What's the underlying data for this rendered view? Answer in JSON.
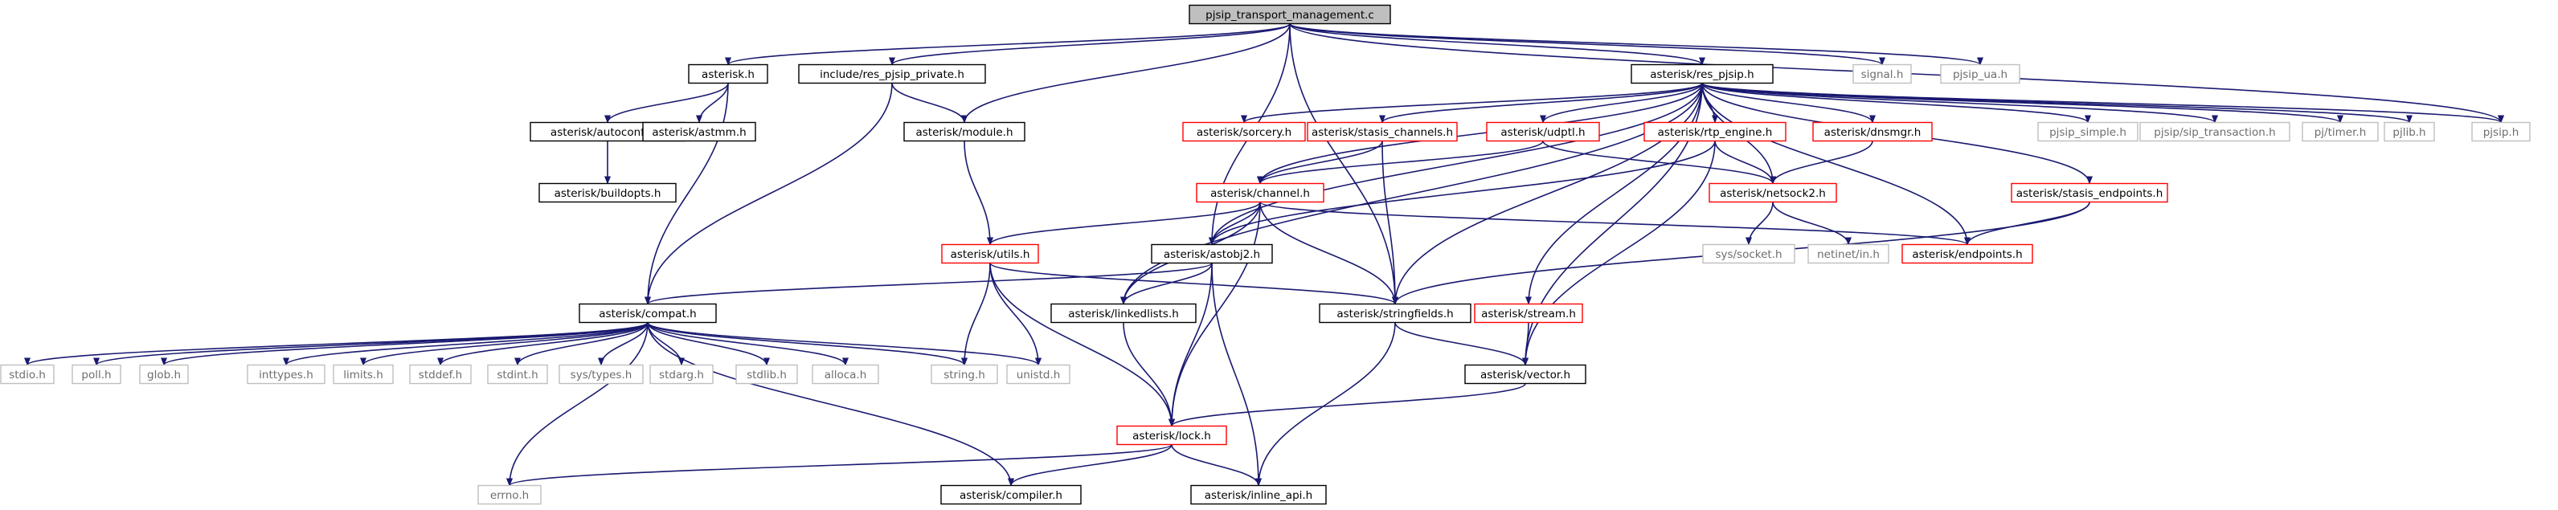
{
  "colors": {
    "edge": "#191970",
    "border_normal": "#000000",
    "border_red": "#ff0000",
    "border_gray": "#bfbfbf",
    "root_fill": "#bfbfbf",
    "text_normal": "#000000",
    "text_gray": "#6e6e6e",
    "arrowhead_icon": "filled-triangle"
  },
  "nodes": [
    {
      "id": "root",
      "label": "pjsip_transport_management.c",
      "style": "root"
    },
    {
      "id": "asterisk_h",
      "label": "asterisk.h",
      "style": "normal"
    },
    {
      "id": "res_pjsip_private",
      "label": "include/res_pjsip_private.h",
      "style": "normal"
    },
    {
      "id": "res_pjsip",
      "label": "asterisk/res_pjsip.h",
      "style": "normal"
    },
    {
      "id": "signal_h",
      "label": "signal.h",
      "style": "gray"
    },
    {
      "id": "pjsip_ua",
      "label": "pjsip_ua.h",
      "style": "gray"
    },
    {
      "id": "autoconfig",
      "label": "asterisk/autoconfig.h",
      "style": "normal"
    },
    {
      "id": "astmm",
      "label": "asterisk/astmm.h",
      "style": "normal"
    },
    {
      "id": "module_h",
      "label": "asterisk/module.h",
      "style": "normal"
    },
    {
      "id": "sorcery",
      "label": "asterisk/sorcery.h",
      "style": "red"
    },
    {
      "id": "stasis_channels",
      "label": "asterisk/stasis_channels.h",
      "style": "red"
    },
    {
      "id": "udptl",
      "label": "asterisk/udptl.h",
      "style": "red"
    },
    {
      "id": "rtp_engine",
      "label": "asterisk/rtp_engine.h",
      "style": "red"
    },
    {
      "id": "dnsmgr",
      "label": "asterisk/dnsmgr.h",
      "style": "red"
    },
    {
      "id": "pjsip_simple",
      "label": "pjsip_simple.h",
      "style": "gray"
    },
    {
      "id": "pjsip_sip_transaction",
      "label": "pjsip/sip_transaction.h",
      "style": "gray"
    },
    {
      "id": "pj_timer",
      "label": "pj/timer.h",
      "style": "gray"
    },
    {
      "id": "pjlib",
      "label": "pjlib.h",
      "style": "gray"
    },
    {
      "id": "pjsip_h",
      "label": "pjsip.h",
      "style": "gray"
    },
    {
      "id": "buildopts",
      "label": "asterisk/buildopts.h",
      "style": "normal"
    },
    {
      "id": "channel",
      "label": "asterisk/channel.h",
      "style": "red"
    },
    {
      "id": "netsock2",
      "label": "asterisk/netsock2.h",
      "style": "red"
    },
    {
      "id": "stasis_endpoints",
      "label": "asterisk/stasis_endpoints.h",
      "style": "red"
    },
    {
      "id": "utils",
      "label": "asterisk/utils.h",
      "style": "red"
    },
    {
      "id": "astobj2",
      "label": "asterisk/astobj2.h",
      "style": "normal"
    },
    {
      "id": "sys_socket",
      "label": "sys/socket.h",
      "style": "gray"
    },
    {
      "id": "netinet_in",
      "label": "netinet/in.h",
      "style": "gray"
    },
    {
      "id": "endpoints",
      "label": "asterisk/endpoints.h",
      "style": "red"
    },
    {
      "id": "compat",
      "label": "asterisk/compat.h",
      "style": "normal"
    },
    {
      "id": "linkedlists",
      "label": "asterisk/linkedlists.h",
      "style": "normal"
    },
    {
      "id": "stringfields",
      "label": "asterisk/stringfields.h",
      "style": "normal"
    },
    {
      "id": "stream",
      "label": "asterisk/stream.h",
      "style": "red"
    },
    {
      "id": "stdio_h",
      "label": "stdio.h",
      "style": "gray"
    },
    {
      "id": "poll_h",
      "label": "poll.h",
      "style": "gray"
    },
    {
      "id": "glob_h",
      "label": "glob.h",
      "style": "gray"
    },
    {
      "id": "inttypes_h",
      "label": "inttypes.h",
      "style": "gray"
    },
    {
      "id": "limits_h",
      "label": "limits.h",
      "style": "gray"
    },
    {
      "id": "stddef_h",
      "label": "stddef.h",
      "style": "gray"
    },
    {
      "id": "stdint_h",
      "label": "stdint.h",
      "style": "gray"
    },
    {
      "id": "sys_types",
      "label": "sys/types.h",
      "style": "gray"
    },
    {
      "id": "stdarg_h",
      "label": "stdarg.h",
      "style": "gray"
    },
    {
      "id": "stdlib_h",
      "label": "stdlib.h",
      "style": "gray"
    },
    {
      "id": "alloca_h",
      "label": "alloca.h",
      "style": "gray"
    },
    {
      "id": "string_h",
      "label": "string.h",
      "style": "gray"
    },
    {
      "id": "unistd_h",
      "label": "unistd.h",
      "style": "gray"
    },
    {
      "id": "vector",
      "label": "asterisk/vector.h",
      "style": "normal"
    },
    {
      "id": "lock",
      "label": "asterisk/lock.h",
      "style": "red"
    },
    {
      "id": "errno_h",
      "label": "errno.h",
      "style": "gray"
    },
    {
      "id": "compiler",
      "label": "asterisk/compiler.h",
      "style": "normal"
    },
    {
      "id": "inline_api",
      "label": "asterisk/inline_api.h",
      "style": "normal"
    }
  ],
  "edges": [
    [
      "root",
      "asterisk_h"
    ],
    [
      "root",
      "res_pjsip_private"
    ],
    [
      "root",
      "module_h"
    ],
    [
      "root",
      "astobj2"
    ],
    [
      "root",
      "res_pjsip"
    ],
    [
      "root",
      "signal_h"
    ],
    [
      "root",
      "pjsip_ua"
    ],
    [
      "root",
      "pjsip_h"
    ],
    [
      "root",
      "stringfields"
    ],
    [
      "asterisk_h",
      "autoconfig"
    ],
    [
      "asterisk_h",
      "astmm"
    ],
    [
      "asterisk_h",
      "compat"
    ],
    [
      "autoconfig",
      "buildopts"
    ],
    [
      "res_pjsip_private",
      "module_h"
    ],
    [
      "res_pjsip_private",
      "compat"
    ],
    [
      "module_h",
      "utils"
    ],
    [
      "res_pjsip",
      "sorcery"
    ],
    [
      "res_pjsip",
      "stasis_channels"
    ],
    [
      "res_pjsip",
      "udptl"
    ],
    [
      "res_pjsip",
      "rtp_engine"
    ],
    [
      "res_pjsip",
      "dnsmgr"
    ],
    [
      "res_pjsip",
      "pjsip_simple"
    ],
    [
      "res_pjsip",
      "pjsip_sip_transaction"
    ],
    [
      "res_pjsip",
      "pj_timer"
    ],
    [
      "res_pjsip",
      "pjlib"
    ],
    [
      "res_pjsip",
      "pjsip_h"
    ],
    [
      "res_pjsip",
      "stasis_endpoints"
    ],
    [
      "res_pjsip",
      "channel"
    ],
    [
      "res_pjsip",
      "netsock2"
    ],
    [
      "res_pjsip",
      "endpoints"
    ],
    [
      "res_pjsip",
      "linkedlists"
    ],
    [
      "res_pjsip",
      "astobj2"
    ],
    [
      "res_pjsip",
      "stream"
    ],
    [
      "res_pjsip",
      "vector"
    ],
    [
      "res_pjsip",
      "stringfields"
    ],
    [
      "stasis_channels",
      "channel"
    ],
    [
      "stasis_channels",
      "stringfields"
    ],
    [
      "udptl",
      "channel"
    ],
    [
      "udptl",
      "netsock2"
    ],
    [
      "rtp_engine",
      "netsock2"
    ],
    [
      "rtp_engine",
      "astobj2"
    ],
    [
      "rtp_engine",
      "vector"
    ],
    [
      "dnsmgr",
      "netsock2"
    ],
    [
      "stasis_endpoints",
      "endpoints"
    ],
    [
      "stasis_endpoints",
      "stringfields"
    ],
    [
      "channel",
      "utils"
    ],
    [
      "channel",
      "astobj2"
    ],
    [
      "channel",
      "linkedlists"
    ],
    [
      "channel",
      "stringfields"
    ],
    [
      "channel",
      "endpoints"
    ],
    [
      "channel",
      "lock"
    ],
    [
      "netsock2",
      "sys_socket"
    ],
    [
      "netsock2",
      "netinet_in"
    ],
    [
      "utils",
      "string_h"
    ],
    [
      "utils",
      "unistd_h"
    ],
    [
      "utils",
      "lock"
    ],
    [
      "utils",
      "stringfields"
    ],
    [
      "astobj2",
      "compat"
    ],
    [
      "astobj2",
      "linkedlists"
    ],
    [
      "astobj2",
      "lock"
    ],
    [
      "astobj2",
      "inline_api"
    ],
    [
      "compat",
      "stdio_h"
    ],
    [
      "compat",
      "poll_h"
    ],
    [
      "compat",
      "glob_h"
    ],
    [
      "compat",
      "inttypes_h"
    ],
    [
      "compat",
      "limits_h"
    ],
    [
      "compat",
      "stddef_h"
    ],
    [
      "compat",
      "stdint_h"
    ],
    [
      "compat",
      "sys_types"
    ],
    [
      "compat",
      "stdarg_h"
    ],
    [
      "compat",
      "stdlib_h"
    ],
    [
      "compat",
      "alloca_h"
    ],
    [
      "compat",
      "string_h"
    ],
    [
      "compat",
      "unistd_h"
    ],
    [
      "compat",
      "errno_h"
    ],
    [
      "compat",
      "compiler"
    ],
    [
      "linkedlists",
      "lock"
    ],
    [
      "stringfields",
      "vector"
    ],
    [
      "stringfields",
      "inline_api"
    ],
    [
      "stream",
      "vector"
    ],
    [
      "vector",
      "lock"
    ],
    [
      "lock",
      "errno_h"
    ],
    [
      "lock",
      "compiler"
    ],
    [
      "lock",
      "inline_api"
    ]
  ]
}
